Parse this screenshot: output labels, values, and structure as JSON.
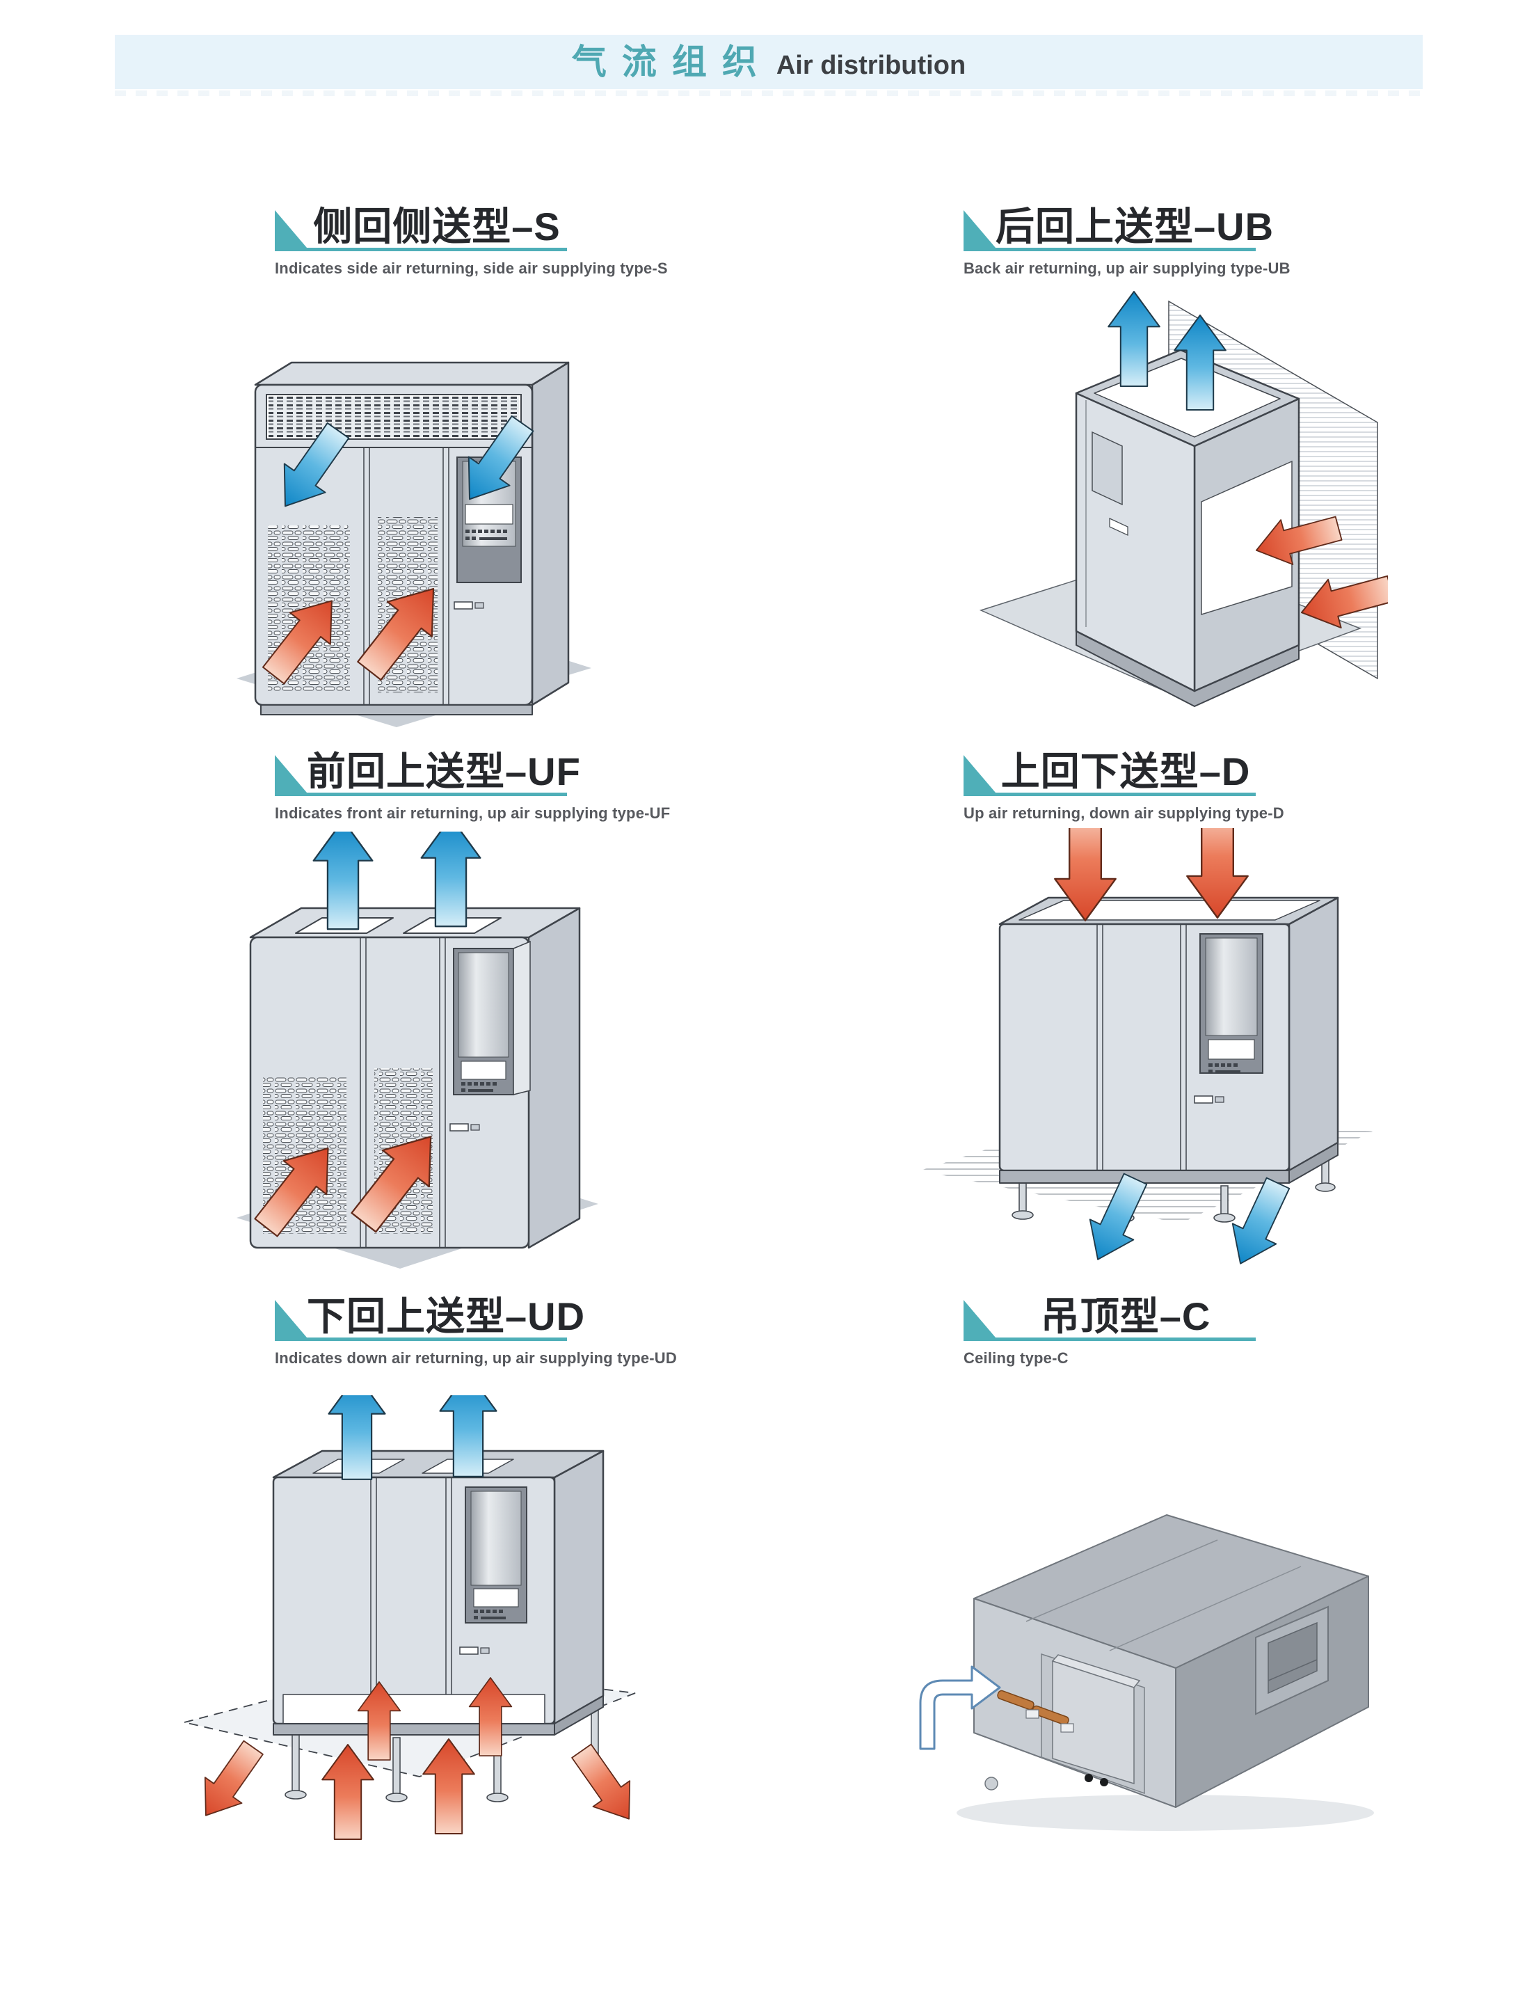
{
  "header": {
    "title_zh": "气流组织",
    "title_en": "Air distribution"
  },
  "colors": {
    "accent_teal": "#4FAFB8",
    "header_band_bg": "#E7F3FA",
    "header_title_teal": "#4FA8B2",
    "title_text": "#26282C",
    "subtitle_text": "#56585D",
    "supply_arrow_blue_dark": "#0F86C6",
    "supply_arrow_blue_light": "#D6EEF8",
    "return_arrow_red_dark": "#D7472A",
    "return_arrow_red_light": "#F9D6C6",
    "cabinet_body_gray": "#DCE1E7",
    "ceiling_unit_gray": "#B3B8BF"
  },
  "sections": [
    {
      "id": "S",
      "title": "侧回侧送型–S",
      "subtitle": "Indicates side air returning, side air supplying type-S",
      "illustration": "floor-cabinet-side-supply-side-return"
    },
    {
      "id": "UB",
      "title": "后回上送型–UB",
      "subtitle": "Back air returning, up air supplying type-UB",
      "illustration": "cabinet-back-return-top-supply"
    },
    {
      "id": "UF",
      "title": "前回上送型–UF",
      "subtitle": "Indicates front air returning, up air supplying type-UF",
      "illustration": "cabinet-front-return-top-supply"
    },
    {
      "id": "D",
      "title": "上回下送型–D",
      "subtitle": "Up air returning, down air supplying type-D",
      "illustration": "cabinet-top-return-down-supply-raised-floor"
    },
    {
      "id": "UD",
      "title": "下回上送型–UD",
      "subtitle": "Indicates down air returning, up air supplying type-UD",
      "illustration": "cabinet-down-return-top-supply-raised-floor"
    },
    {
      "id": "C",
      "title": "吊顶型–C",
      "subtitle": "Ceiling type-C",
      "illustration": "ceiling-mounted-box-unit"
    }
  ]
}
